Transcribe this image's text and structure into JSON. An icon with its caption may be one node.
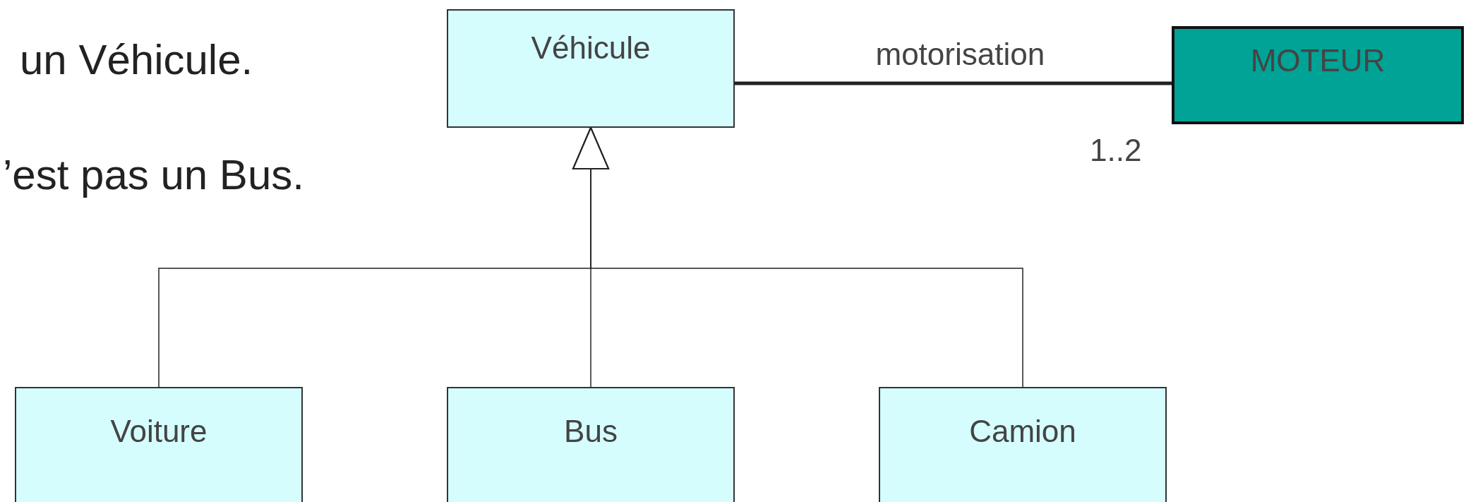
{
  "diagram": {
    "nodes": [
      {
        "text": [
          "Véhicule"
        ]
      },
      {
        "text": [
          "MOTEUR"
        ]
      },
      {
        "text": [
          "Voiture"
        ]
      },
      {
        "text": [
          "Bus"
        ]
      },
      {
        "text": [
          "Camion"
        ]
      }
    ],
    "edges": [
      {
        "from": 2,
        "to": 0,
        "arrow": "to"
      },
      {
        "from": 3,
        "to": 0,
        "arrow": "to"
      },
      {
        "from": 4,
        "to": 0,
        "arrow": "to"
      },
      {
        "from": 0,
        "to": 1,
        "arrow": "none",
        "label": "motorisation",
        "style": "thick"
      }
    ],
    "labels": [
      "un Véhicule.",
      "’est pas un Bus.",
      "1..2"
    ]
  }
}
